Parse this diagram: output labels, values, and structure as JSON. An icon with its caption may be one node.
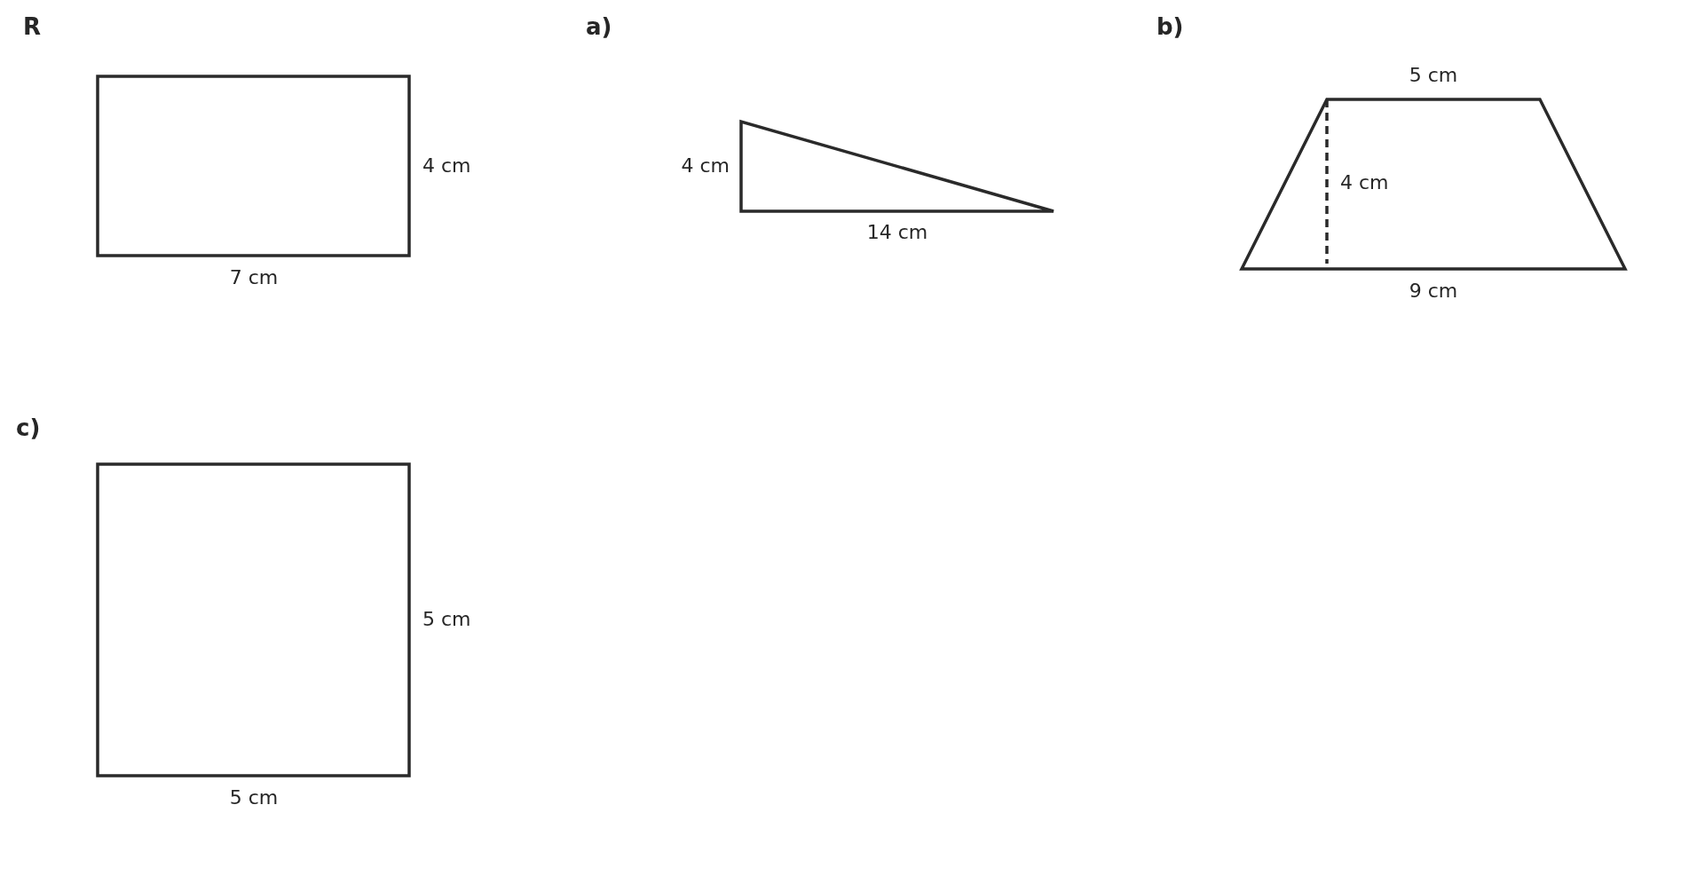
{
  "diagram": {
    "labels": [
      "R",
      "4 cm",
      "7 cm",
      "a)",
      "4 cm",
      "14 cm",
      "b)",
      "5 cm",
      "4 cm",
      "9 cm",
      "c)",
      "5 cm",
      "5 cm"
    ]
  }
}
